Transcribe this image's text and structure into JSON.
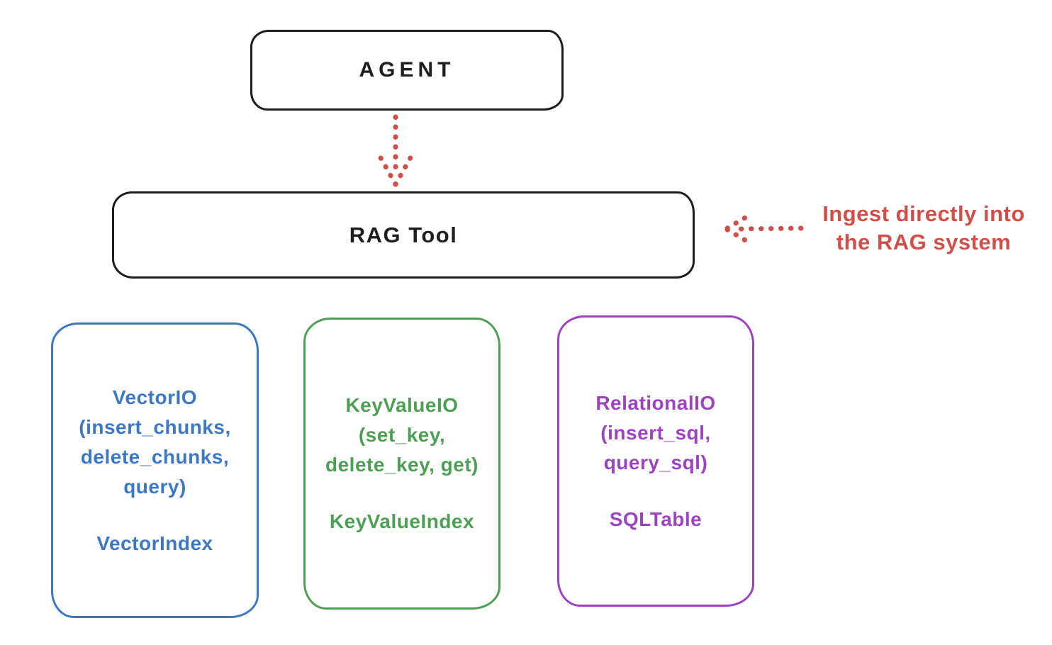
{
  "diagram": {
    "colors": {
      "ink": "#1e1e1e",
      "red": "#cf4f4a",
      "blue": "#3d78c2",
      "green": "#4f9e55",
      "purple": "#9c44c0"
    },
    "agent": {
      "label": "AGENT"
    },
    "rag_tool": {
      "label": "RAG Tool"
    },
    "ingest_note": {
      "lines": [
        "Ingest directly into",
        "the RAG system"
      ]
    },
    "backends": [
      {
        "name": "vector-io",
        "color": "#3d78c2",
        "io_lines": [
          "VectorIO",
          "(insert_chunks,",
          "delete_chunks,",
          "query)"
        ],
        "index_label": "VectorIndex"
      },
      {
        "name": "keyvalue-io",
        "color": "#4f9e55",
        "io_lines": [
          "KeyValueIO",
          "(set_key,",
          "delete_key, get)"
        ],
        "index_label": "KeyValueIndex"
      },
      {
        "name": "relational-io",
        "color": "#9c44c0",
        "io_lines": [
          "RelationalIO",
          "(insert_sql,",
          "query_sql)"
        ],
        "index_label": "SQLTable"
      }
    ]
  }
}
